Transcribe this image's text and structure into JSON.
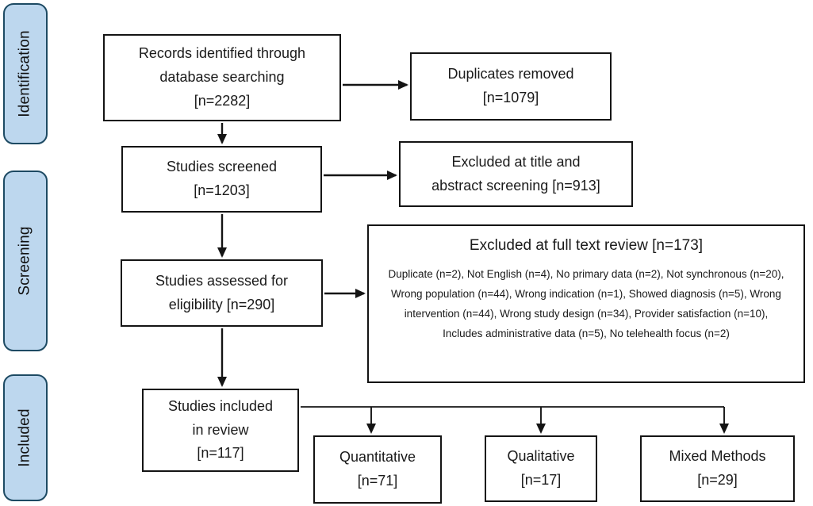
{
  "colors": {
    "background": "#ffffff",
    "stage_fill": "#bdd7ee",
    "stage_border": "#1d4a63",
    "node_border": "#141414",
    "arrow": "#141414",
    "text": "#1a1a1a"
  },
  "stages": [
    {
      "label": "Identification"
    },
    {
      "label": "Screening"
    },
    {
      "label": "Included"
    }
  ],
  "boxes": {
    "records": {
      "text": "Records identified through\ndatabase searching\n[n=2282]"
    },
    "duplicates": {
      "text": "Duplicates removed\n[n=1079]"
    },
    "screened": {
      "text": "Studies screened\n[n=1203]"
    },
    "excluded_title_abstract": {
      "text": "Excluded at title and\nabstract screening [n=913]"
    },
    "assessed": {
      "text": "Studies assessed for\neligibility [n=290]"
    },
    "excluded_full_text": {
      "title": "Excluded at full text review [n=173]",
      "details": "Duplicate (n=2), Not English (n=4), No primary data (n=2), Not synchronous (n=20), Wrong population (n=44), Wrong indication (n=1), Showed diagnosis (n=5), Wrong intervention (n=44), Wrong study design (n=34), Provider satisfaction (n=10), Includes administrative data (n=5), No telehealth focus (n=2)"
    },
    "included_review": {
      "text": "Studies included\nin review\n[n=117]"
    },
    "quantitative": {
      "text": "Quantitative\n[n=71]"
    },
    "qualitative": {
      "text": "Qualitative\n[n=17]"
    },
    "mixed_methods": {
      "text": "Mixed Methods\n[n=29]"
    }
  }
}
